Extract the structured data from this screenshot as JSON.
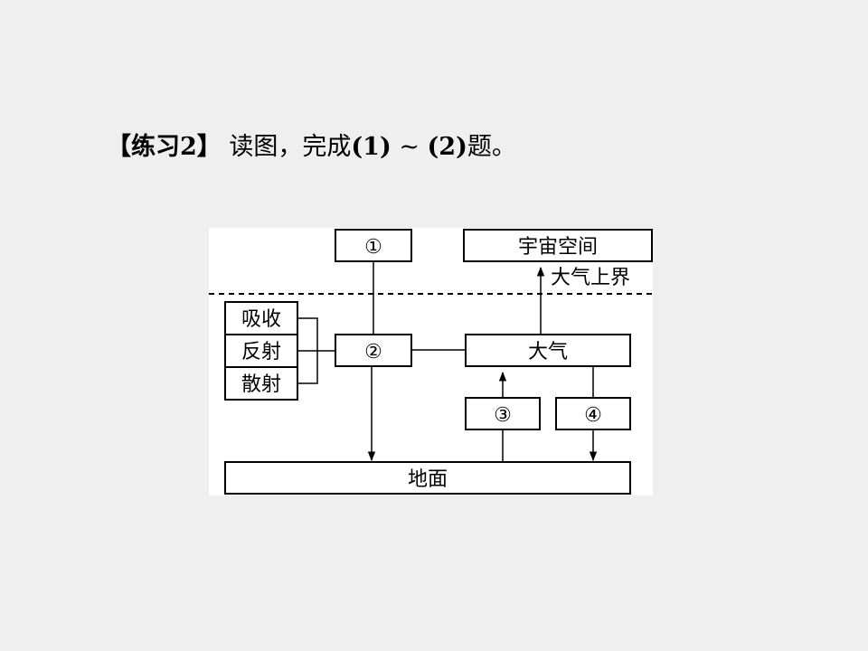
{
  "title": {
    "bracket_label": "【练习2】",
    "text_part1": "读图，完成",
    "text_bold1": "(1)",
    "text_sep": " ~ ",
    "text_bold2": "(2)",
    "text_part2": "题。"
  },
  "diagram": {
    "box_1": "①",
    "box_2": "②",
    "box_3": "③",
    "box_4": "④",
    "space": "宇宙空间",
    "upper_boundary": "大气上界",
    "atmosphere": "大气",
    "ground": "地面",
    "processes": [
      "吸收",
      "反射",
      "散射"
    ]
  }
}
